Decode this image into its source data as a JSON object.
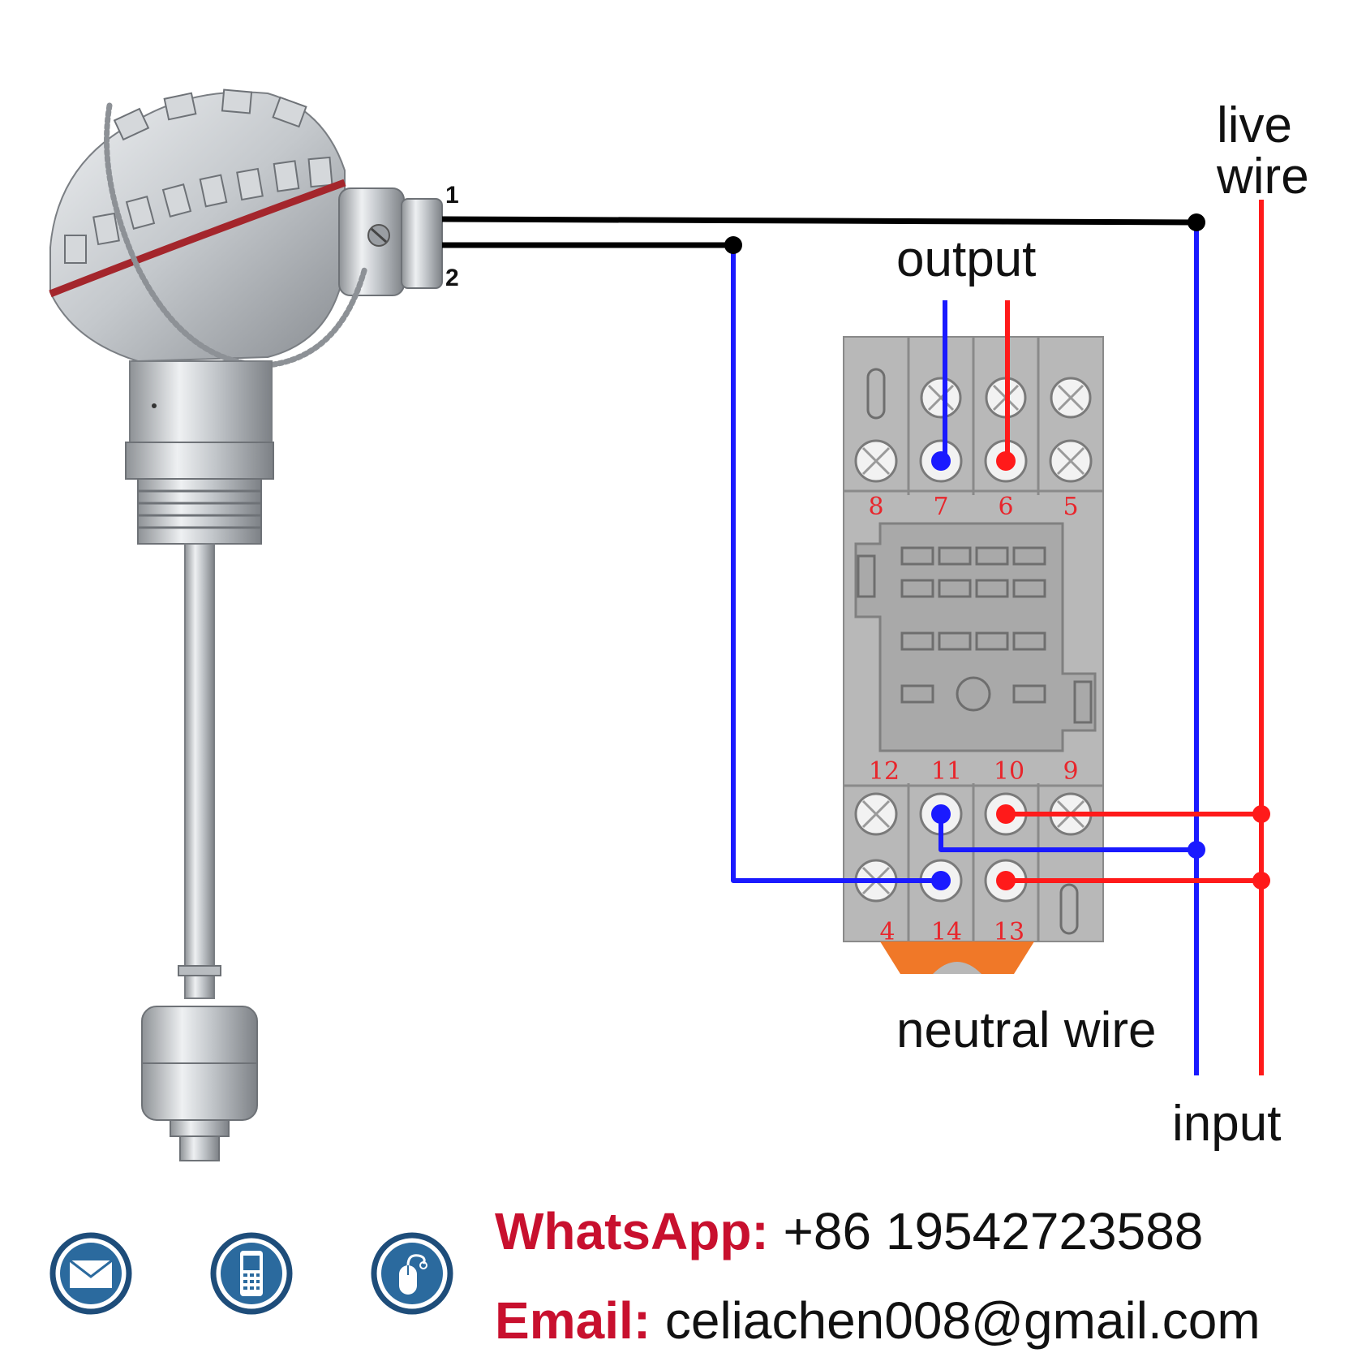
{
  "sensor": {
    "terminal_1": "1",
    "terminal_2": "2"
  },
  "labels": {
    "live_wire": [
      "live",
      "wire"
    ],
    "output": "output",
    "neutral_wire": "neutral wire",
    "input": "input"
  },
  "relay_base": {
    "top_terminals": [
      "8",
      "7",
      "6",
      "5"
    ],
    "mid_terminals": [
      "12",
      "11",
      "10",
      "9"
    ],
    "bottom_terminals": [
      "4",
      "14",
      "13"
    ]
  },
  "contact": {
    "whatsapp_label": "WhatsApp:",
    "whatsapp_value": "+86 19542723588",
    "email_label": "Email:",
    "email_value": "celiachen008@gmail.com"
  },
  "colors": {
    "red_wire": "#ff1a1a",
    "blue_wire": "#1a1aff",
    "black_wire": "#000000",
    "brand_red": "#c8102e",
    "icon_blue": "#1e4d7a"
  },
  "icons": [
    "email-icon",
    "mobile-phone-icon",
    "computer-mouse-icon"
  ]
}
